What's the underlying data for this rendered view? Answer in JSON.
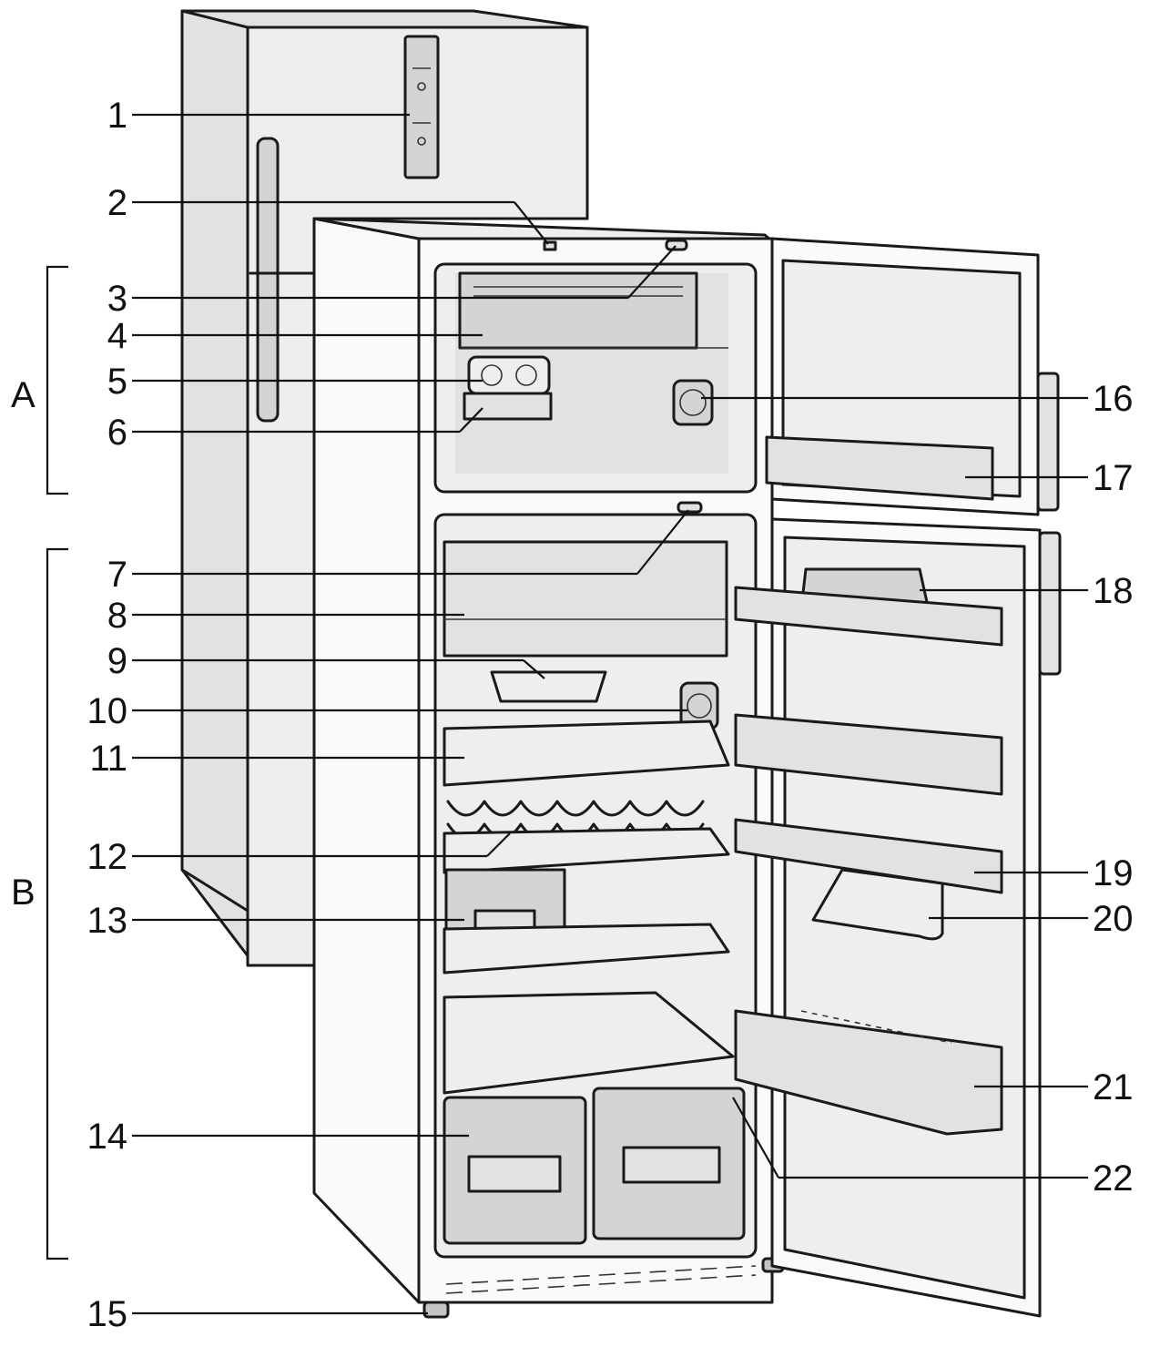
{
  "callouts": {
    "c1": "1",
    "c2": "2",
    "c3": "3",
    "c4": "4",
    "c5": "5",
    "c6": "6",
    "c7": "7",
    "c8": "8",
    "c9": "9",
    "c10": "10",
    "c11": "11",
    "c12": "12",
    "c13": "13",
    "c14": "14",
    "c15": "15",
    "c16": "16",
    "c17": "17",
    "c18": "18",
    "c19": "19",
    "c20": "20",
    "c21": "21",
    "c22": "22"
  },
  "sections": {
    "a": "A",
    "b": "B"
  },
  "colors": {
    "outline": "#1a1a1a",
    "fill_light": "#eeeeee",
    "fill_mid": "#d4d4d4"
  }
}
